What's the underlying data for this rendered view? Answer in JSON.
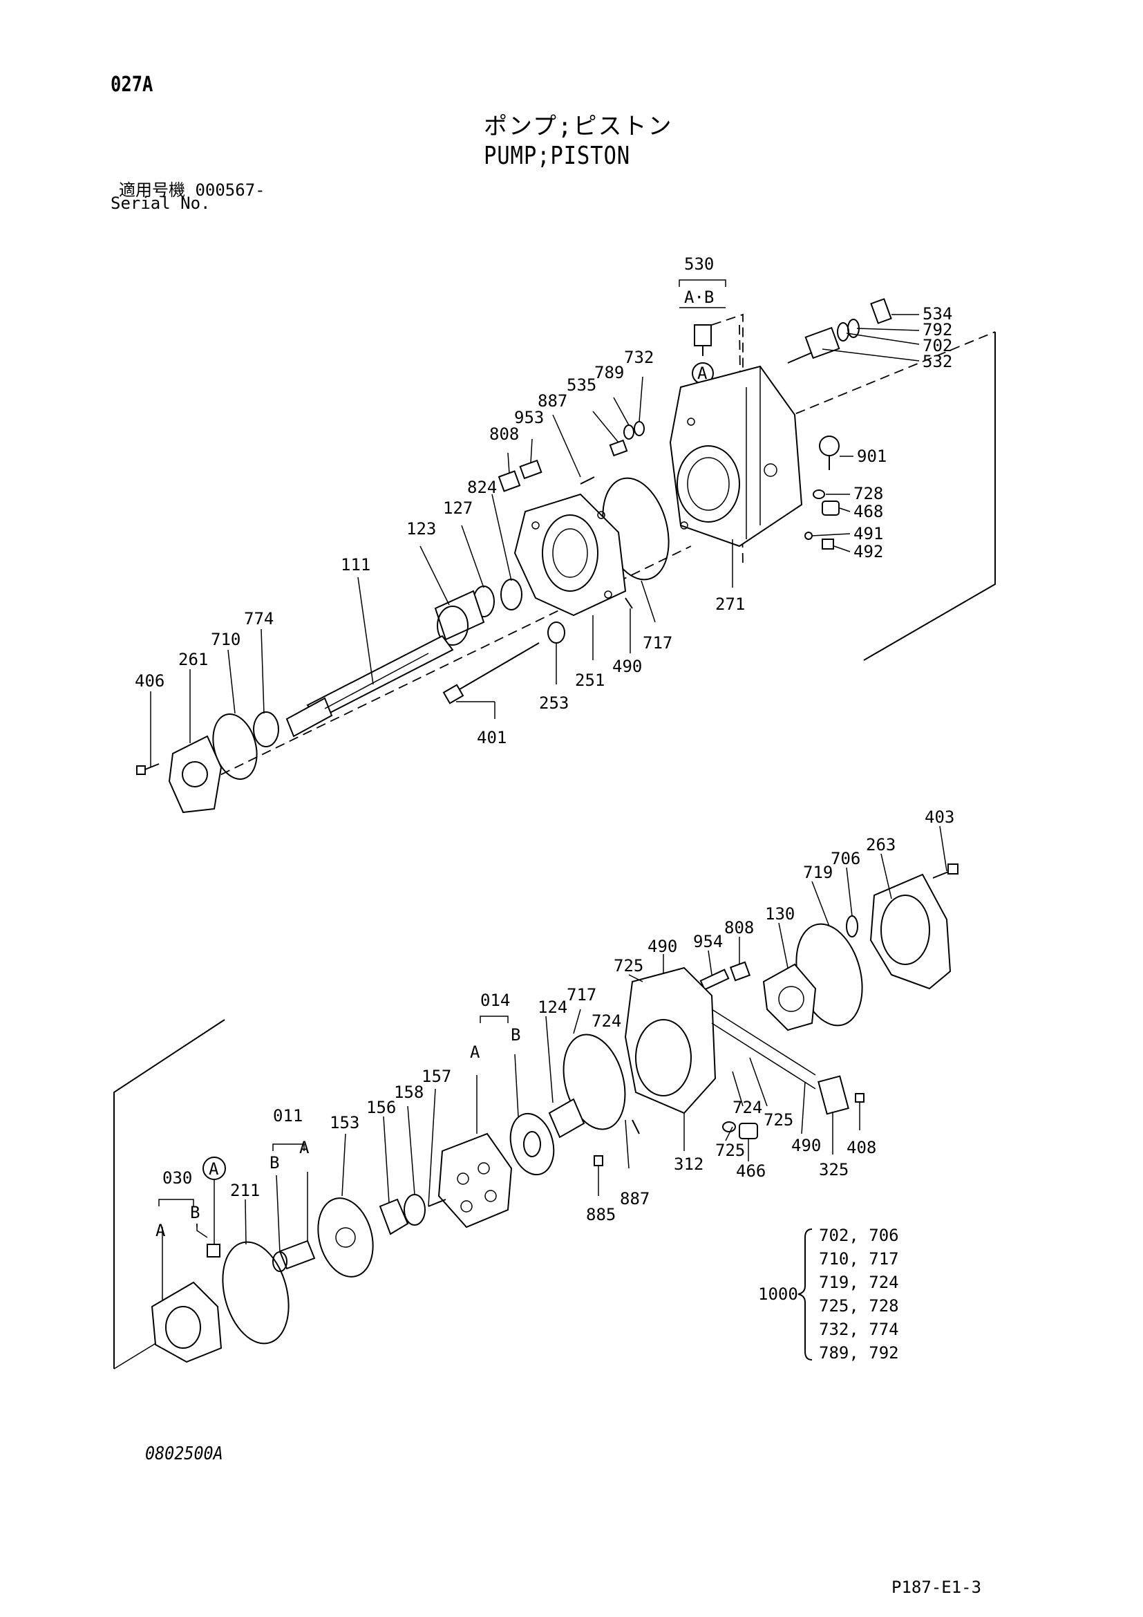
{
  "header": {
    "page_code": "027A",
    "title_jp": "ポンプ;ピストン",
    "title_en": "PUMP;PISTON",
    "serial_label_jp": "適用号機  000567-",
    "serial_label_en": "Serial No."
  },
  "callouts": {
    "c530": "530",
    "cAB": "A·B",
    "c534": "534",
    "c792": "792",
    "c702": "702",
    "c532": "532",
    "c732": "732",
    "c789": "789",
    "c535": "535",
    "c887a": "887",
    "c953": "953",
    "c808a": "808",
    "c824": "824",
    "c127": "127",
    "c123": "123",
    "c111": "111",
    "c774": "774",
    "c710": "710",
    "c261": "261",
    "c406": "406",
    "c901": "901",
    "c728": "728",
    "c468": "468",
    "c491": "491",
    "c492": "492",
    "c271": "271",
    "c717a": "717",
    "c490a": "490",
    "c251": "251",
    "c253": "253",
    "c401": "401",
    "cA1": "A",
    "c403": "403",
    "c263": "263",
    "c706": "706",
    "c719": "719",
    "c130": "130",
    "c808b": "808",
    "c954": "954",
    "c490b": "490",
    "c725a": "725",
    "c717b": "717",
    "c124": "124",
    "c014": "014",
    "c014A": "A",
    "c014B": "B",
    "c724a": "724",
    "c157": "157",
    "c158": "158",
    "c156": "156",
    "c153": "153",
    "c011": "011",
    "c011B": "B",
    "c011A": "A",
    "c030": "030",
    "c030B": "B",
    "c030A": "A",
    "cA2": "A",
    "c211": "211",
    "c724b": "724",
    "c725b": "725",
    "c725c": "725",
    "c466": "466",
    "c490c": "490",
    "c408": "408",
    "c325": "325",
    "c312": "312",
    "c887b": "887",
    "c885": "885"
  },
  "kit": {
    "number": "1000",
    "rows": [
      "702, 706",
      "710, 717",
      "719, 724",
      "725, 728",
      "732, 774",
      "789, 792"
    ]
  },
  "footer": {
    "figure_code": "0802500A",
    "page_ref": "P187-E1-3"
  }
}
